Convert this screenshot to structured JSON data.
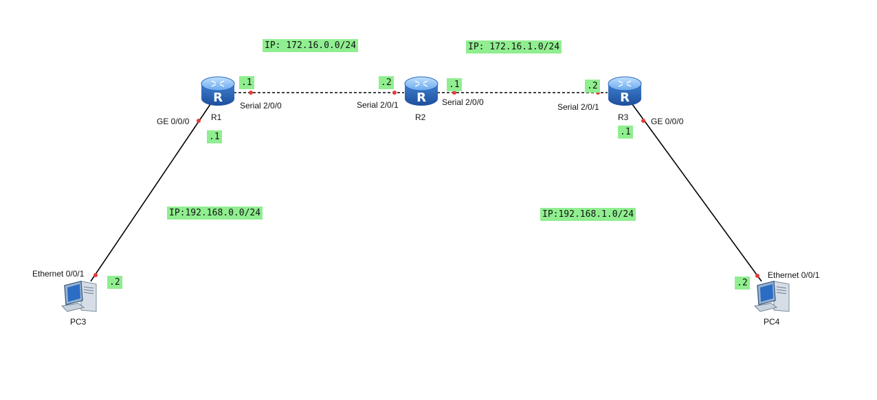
{
  "devices": {
    "r1": {
      "name": "R1",
      "icon": "router-icon"
    },
    "r2": {
      "name": "R2",
      "icon": "router-icon"
    },
    "r3": {
      "name": "R3",
      "icon": "router-icon"
    },
    "pc3": {
      "name": "PC3",
      "icon": "pc-icon"
    },
    "pc4": {
      "name": "PC4",
      "icon": "pc-icon"
    }
  },
  "interfaces": {
    "r1_ge": "GE 0/0/0",
    "r1_serial": "Serial 2/0/0",
    "r2_serial_in": "Serial 2/0/1",
    "r2_serial_out": "Serial 2/0/0",
    "r3_serial": "Serial 2/0/1",
    "r3_ge": "GE 0/0/0",
    "pc3_eth": "Ethernet 0/0/1",
    "pc4_eth": "Ethernet 0/0/1"
  },
  "networks": {
    "r1_r2": "IP: 172.16.0.0/24",
    "r2_r3": "IP: 172.16.1.0/24",
    "r1_pc3": "IP:192.168.0.0/24",
    "r3_pc4": "IP:192.168.1.0/24"
  },
  "host_ids": {
    "r1_serial": ".1",
    "r2_serial_in": ".2",
    "r2_serial_out": ".1",
    "r3_serial": ".2",
    "r1_ge": ".1",
    "r3_ge": ".1",
    "pc3": ".2",
    "pc4": ".2"
  },
  "colors": {
    "note_bg": "#90ee90",
    "port_dot": "#e53935",
    "link": "#000000",
    "router_body": "#4a90d9"
  }
}
